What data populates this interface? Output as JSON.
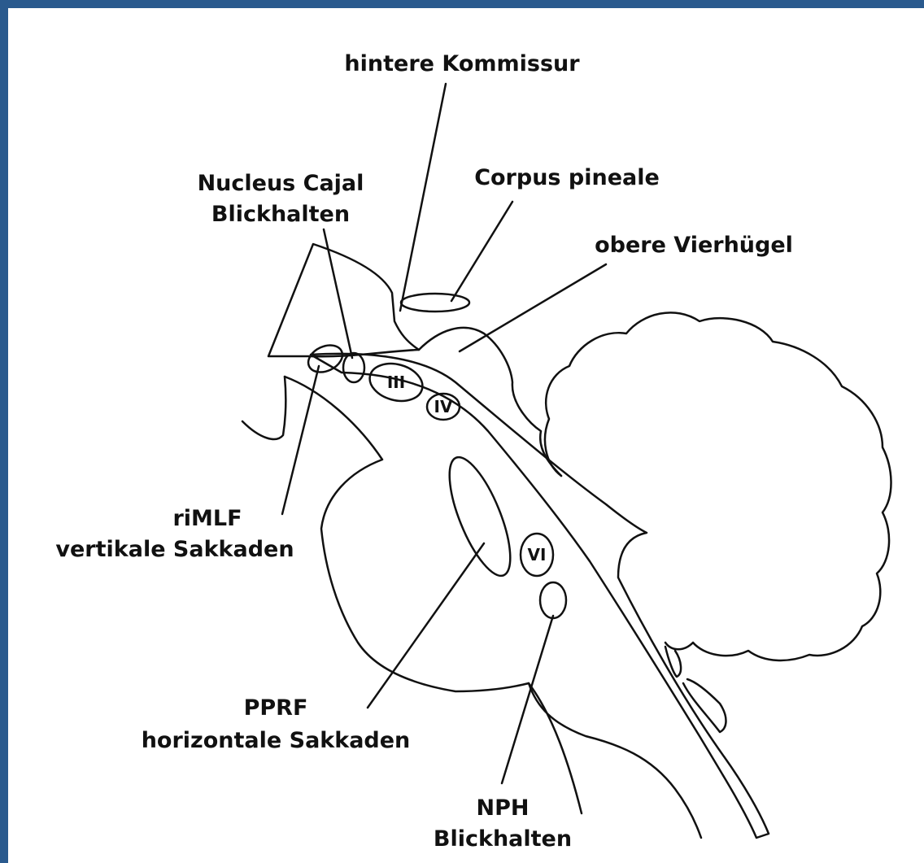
{
  "colors": {
    "border": "#2a5a8e",
    "stipple": "#b8b8b8",
    "ink": "#111111"
  },
  "labels": {
    "hintere_kommissur": "hintere Kommissur",
    "corpus_pineale": "Corpus pineale",
    "nucleus_cajal_1": "Nucleus Cajal",
    "nucleus_cajal_2": "Blickhalten",
    "obere_vierhuegel": "obere Vierhügel",
    "rimlf_1": "riMLF",
    "rimlf_2": "vertikale Sakkaden",
    "pprf_1": "PPRF",
    "pprf_2": "horizontale Sakkaden",
    "nph_1": "NPH",
    "nph_2": "Blickhalten"
  },
  "nuclei": {
    "iii": "III",
    "iv": "IV",
    "vi": "VI"
  }
}
